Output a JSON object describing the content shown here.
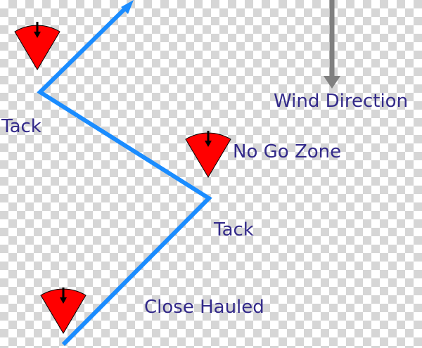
{
  "labels": {
    "wind_direction": "Wind Direction",
    "tack_upper": "Tack",
    "no_go_zone": "No Go Zone",
    "tack_lower": "Tack",
    "close_hauled": "Close Hauled"
  },
  "colors": {
    "course_line": "#1a8cff",
    "label_text": "#332a8a",
    "no_go_fill": "#ff0000",
    "no_go_stroke": "#000000",
    "wind_arrow": "#808080"
  },
  "icons": {
    "wind_arrow": "down-arrow-icon",
    "no_go_zone": "no-go-zone-icon"
  }
}
